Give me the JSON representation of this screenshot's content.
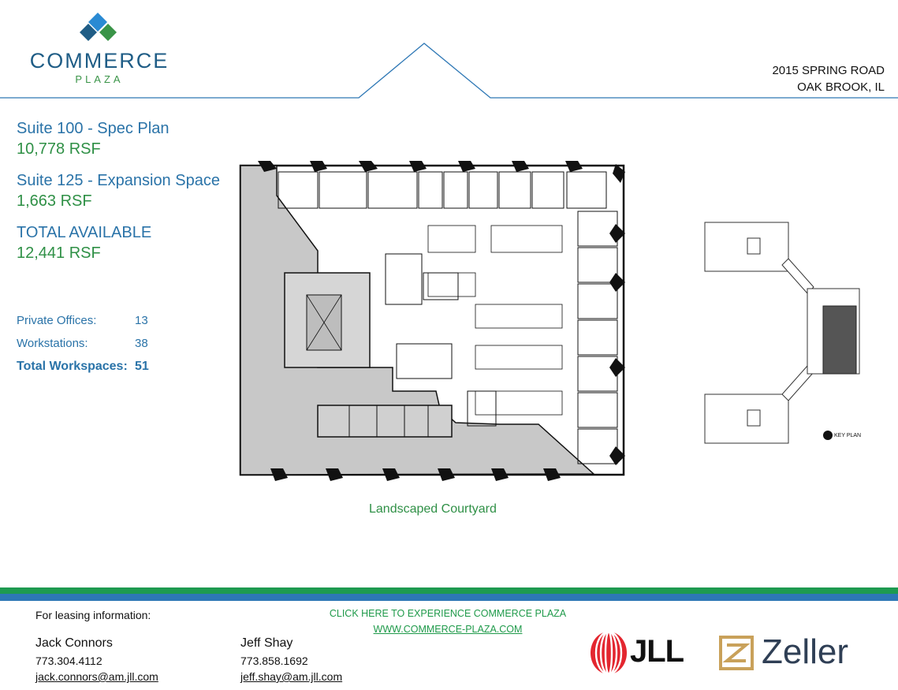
{
  "brand": {
    "name": "COMMERCE",
    "sub": "PLAZA",
    "colors": {
      "blue": "#1f5d86",
      "green": "#3a9448",
      "light_blue": "#2a8ad3"
    }
  },
  "address": {
    "line1": "2015 SPRING ROAD",
    "line2": "OAK BROOK, IL"
  },
  "summary": [
    {
      "title": "Suite 100 - Spec Plan",
      "value": "10,778 RSF"
    },
    {
      "title": "Suite 125 - Expansion Space",
      "value": "1,663 RSF"
    },
    {
      "title": "TOTAL AVAILABLE",
      "value": "12,441 RSF"
    }
  ],
  "stats": [
    {
      "label": "Private Offices:",
      "value": "13"
    },
    {
      "label": "Workstations:",
      "value": "38"
    },
    {
      "label": "Total Workspaces:",
      "value": "51"
    }
  ],
  "plan": {
    "caption": "Landscaped Courtyard",
    "key_label": "KEY PLAN"
  },
  "footer": {
    "label": "For leasing information:",
    "contacts": [
      {
        "name": "Jack Connors",
        "phone": "773.304.4112",
        "email": "jack.connors@am.jll.com"
      },
      {
        "name": "Jeff Shay",
        "phone": "773.858.1692",
        "email": "jeff.shay@am.jll.com"
      }
    ],
    "cta_line": "CLICK HERE TO EXPERIENCE COMMERCE PLAZA",
    "cta_url": "WWW.COMMERCE-PLAZA.COM"
  },
  "logos": {
    "jll": "JLL",
    "zeller": "Zeller",
    "jll_color": "#e3262f",
    "zeller_color": "#c9a15a"
  }
}
